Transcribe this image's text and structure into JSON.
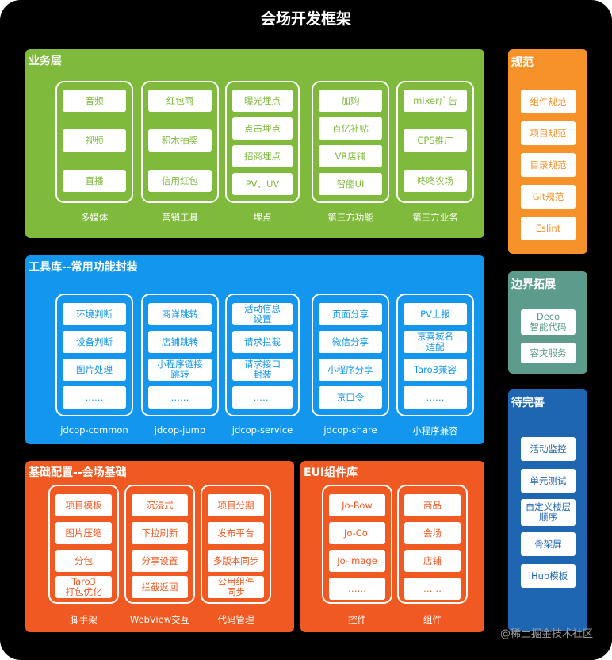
{
  "title": "会场开发框架",
  "colors": {
    "business": "#7fba3c",
    "tools": "#1296ee",
    "base": "#f05a22",
    "norms": "#f7922b",
    "boundary": "#5d9b8c",
    "todo": "#1e66b1"
  },
  "business": {
    "title": "业务层",
    "groups": [
      {
        "label": "多媒体",
        "items": [
          "音频",
          "视频",
          "直播"
        ]
      },
      {
        "label": "营销工具",
        "items": [
          "红包雨",
          "积木抽奖",
          "信用红包"
        ]
      },
      {
        "label": "埋点",
        "items": [
          "曝光埋点",
          "点击埋点",
          "招商埋点",
          "PV、UV"
        ]
      },
      {
        "label": "第三方功能",
        "items": [
          "加购",
          "百亿补贴",
          "VR店铺",
          "智能UI"
        ]
      },
      {
        "label": "第三方业务",
        "items": [
          "mixer广告",
          "CPS推广",
          "咚咚农场"
        ]
      }
    ]
  },
  "tools": {
    "title": "工具库--常用功能封装",
    "groups": [
      {
        "label": "jdcop-common",
        "items": [
          "环境判断",
          "设备判断",
          "图片处理",
          "……"
        ]
      },
      {
        "label": "jdcop-jump",
        "items": [
          "商详跳转",
          "店铺跳转",
          "小程序链接\n跳转",
          "……"
        ]
      },
      {
        "label": "jdcop-service",
        "items": [
          "活动信息\n设置",
          "请求拦截",
          "请求接口\n封装",
          "……"
        ]
      },
      {
        "label": "jdcop-share",
        "items": [
          "页面分享",
          "微信分享",
          "小程序分享",
          "京口令"
        ]
      },
      {
        "label": "小程序兼容",
        "items": [
          "PV上报",
          "京喜域名\n适配",
          "Taro3兼容",
          "……"
        ]
      }
    ]
  },
  "base": {
    "title": "基础配置--会场基础",
    "groups": [
      {
        "label": "脚手架",
        "items": [
          "项目模板",
          "图片压缩",
          "分包",
          "Taro3\n打包优化"
        ]
      },
      {
        "label": "WebView交互",
        "items": [
          "沉浸式",
          "下拉刷新",
          "分享设置",
          "拦截返回"
        ]
      },
      {
        "label": "代码管理",
        "items": [
          "项目分期",
          "发布平台",
          "多版本同步",
          "公用组件\n同步"
        ]
      }
    ]
  },
  "eui": {
    "title": "EUI组件库",
    "groups": [
      {
        "label": "控件",
        "items": [
          "Jo-Row",
          "Jo-Col",
          "Jo-image",
          "……"
        ]
      },
      {
        "label": "组件",
        "items": [
          "商品",
          "会场",
          "店铺",
          "……"
        ]
      }
    ]
  },
  "norms": {
    "title": "规范",
    "items": [
      "组件规范",
      "项目规范",
      "目录规范",
      "Git规范",
      "Eslint"
    ]
  },
  "boundary": {
    "title": "边界拓展",
    "items": [
      "Deco\n智能代码",
      "容灾服务"
    ]
  },
  "todo": {
    "title": "待完善",
    "items": [
      "活动监控",
      "单元测试",
      "自定义楼层\n顺序",
      "骨架屏",
      "iHub模板"
    ]
  },
  "watermark": "@稀土掘金技术社区"
}
